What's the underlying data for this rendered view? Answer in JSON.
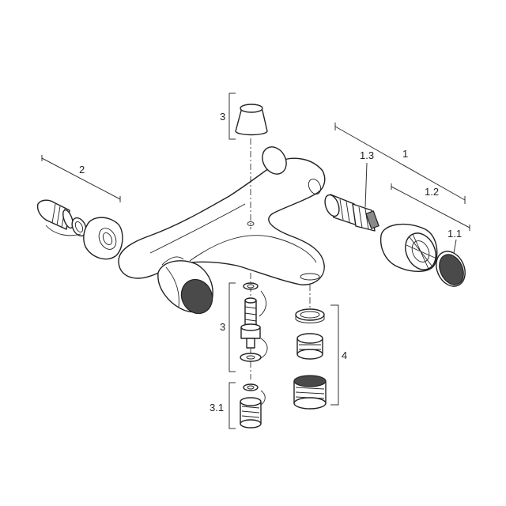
{
  "labels": {
    "assembly_1": "1",
    "part_1_1": "1.1",
    "part_1_2": "1.2",
    "part_1_3": "1.3",
    "assembly_2": "2",
    "part_3_top": "3",
    "part_3_mid": "3",
    "part_3_1": "3.1",
    "assembly_4": "4"
  },
  "colors": {
    "line": "#222222",
    "dark_fill": "#4a4a4a",
    "background": "#ffffff"
  }
}
